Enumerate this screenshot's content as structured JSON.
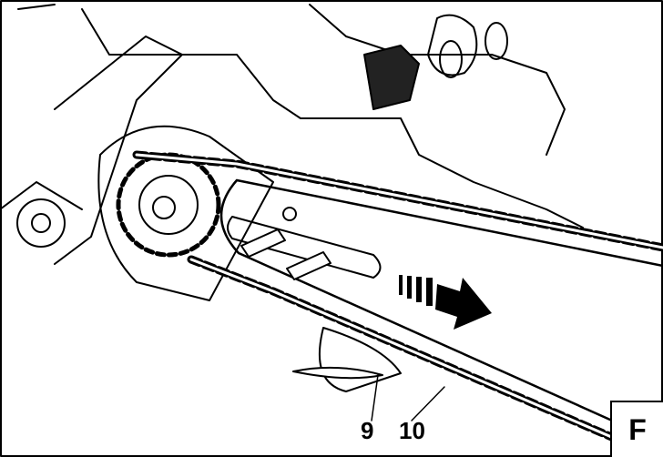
{
  "figure": {
    "callouts": [
      {
        "label": "9"
      },
      {
        "label": "10"
      }
    ],
    "panel_letter": "F",
    "direction_arrow": "right-arrow-icon"
  }
}
